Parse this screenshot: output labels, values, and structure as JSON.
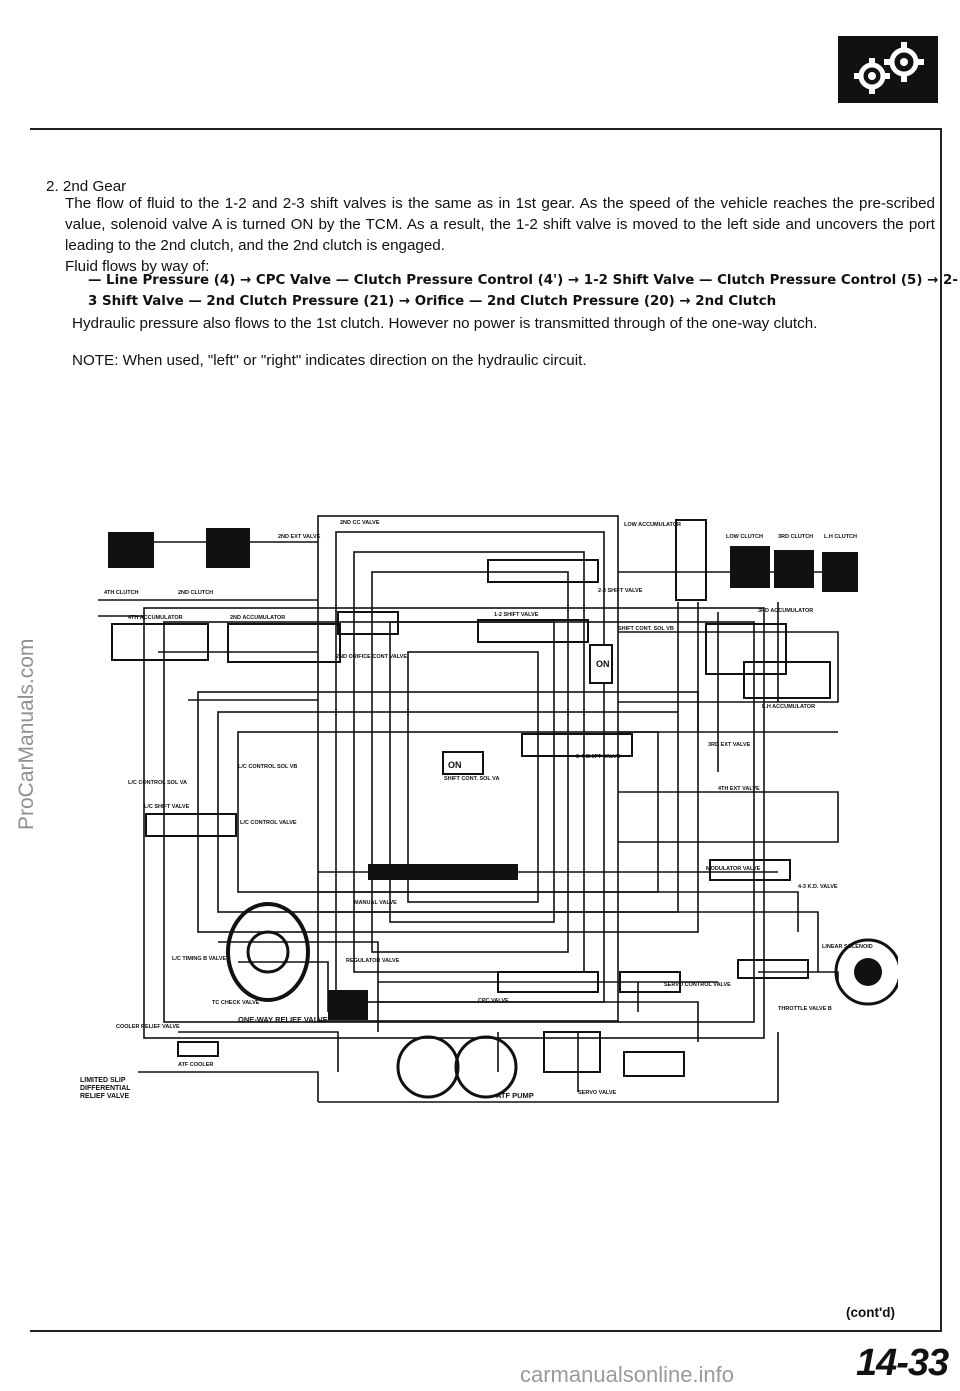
{
  "section": {
    "heading": "2. 2nd Gear",
    "paragraph": "The flow of fluid to the 1-2 and 2-3 shift valves is the same as in 1st gear. As the speed of the vehicle reaches the pre-scribed value, solenoid valve A is turned ON by the TCM. As a result, the 1-2 shift valve is moved to the left side and uncovers the port leading to the 2nd clutch, and the 2nd clutch is engaged.",
    "fluid_intro": "Fluid flows by way of:",
    "flow_line1": "— Line Pressure (4) → CPC Valve — Clutch Pressure Control (4') → 1-2 Shift Valve — Clutch Pressure Control (5) → 2-",
    "flow_line2": "3 Shift Valve — 2nd Clutch Pressure (21) → Orifice — 2nd Clutch Pressure (20) → 2nd Clutch",
    "hydraulic_note": "Hydraulic pressure also flows to the 1st clutch. However no power is transmitted through of the one-way clutch.",
    "note": "NOTE: When used, \"left\" or \"right\" indicates direction on the hydraulic circuit."
  },
  "diagram": {
    "labels": {
      "second_cc_valve": "2ND CC VALVE",
      "low_accumulator": "LOW ACCUMULATOR",
      "low_clutch": "LOW CLUTCH",
      "third_clutch": "3RD CLUTCH",
      "lh_clutch": "L.H CLUTCH",
      "second_ext_valve": "2ND EXT VALVE",
      "fourth_clutch": "4TH CLUTCH",
      "second_clutch": "2ND CLUTCH",
      "shift_valve_23": "2-3 SHIFT VALVE",
      "fourth_accumulator": "4TH ACCUMULATOR",
      "second_accumulator": "2ND ACCUMULATOR",
      "third_accumulator": "3RD ACCUMULATOR",
      "shift_valve_12": "1-2 SHIFT VALVE",
      "shift_cont_sol_vb": "SHIFT CONT. SOL VB",
      "on_b": "ON",
      "second_orifice": "2ND ORIFICE CONT VALVE",
      "lh_accumulator": "L.H ACCUMULATOR",
      "shift_valve_34": "3-4 SHIFT VALVE",
      "on_a": "ON",
      "shift_cont_sol_va": "SHIFT CONT. SOL VA",
      "lc_control_sol_va": "L/C CONTROL SOL VA",
      "lc_control_sol_vb": "L/C CONTROL SOL VB",
      "lc_shift_valve": "L/C SHIFT VALVE",
      "lc_control_valve": "L/C CONTROL VALVE",
      "fourth_ext_valve": "4TH EXT VALVE",
      "third_ext_valve": "3RD EXT VALVE",
      "manual_valve": "MANUAL VALVE",
      "modulator_valve": "MODULATOR VALVE",
      "kd_valve": "4-3 K.D. VALVE",
      "lc_timing_valve": "L/C TIMING B VALVE",
      "regulator_valve": "REGULATOR VALVE",
      "linear_solenoid": "LINEAR SOLENOID",
      "servo_control_valve": "SERVO CONTROL VALVE",
      "cpc_valve": "CPC VALVE",
      "tc_check_valve": "TC CHECK VALVE",
      "one_way_relief": "ONE-WAY RELIEF VALVE",
      "throttle_valve_b": "THROTTLE VALVE B",
      "cooler_relief": "COOLER RELIEF VALVE",
      "atf_cooler": "ATF COOLER",
      "lsd_line1": "LIMITED SLIP",
      "lsd_line2": "DIFFERENTIAL",
      "lsd_line3": "RELIEF VALVE",
      "atf_pump": "ATF PUMP",
      "servo_valve": "SERVO VALVE"
    }
  },
  "footer": {
    "contd": "(cont'd)",
    "page_number": "14-33",
    "watermark": "ProCarManuals.com",
    "bottom_url": "carmanualsonline.info"
  }
}
